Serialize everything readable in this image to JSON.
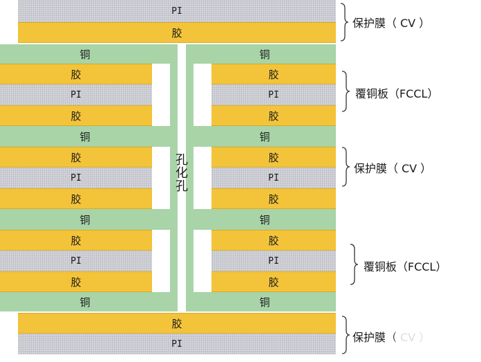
{
  "materials": {
    "pi": "PI",
    "glue": "胶",
    "copper": "铜"
  },
  "hole_label": [
    "孔",
    "化",
    "孔"
  ],
  "group_labels": [
    "保护膜（ CV ）",
    "覆铜板（FCCL）",
    "保护膜（ CV ）",
    "覆铜板（FCCL）",
    "保护膜（ CV ）"
  ],
  "colors": {
    "glue": "#f3c43a",
    "copper": "#a8d4a8",
    "pi": "#d6d6dc"
  }
}
